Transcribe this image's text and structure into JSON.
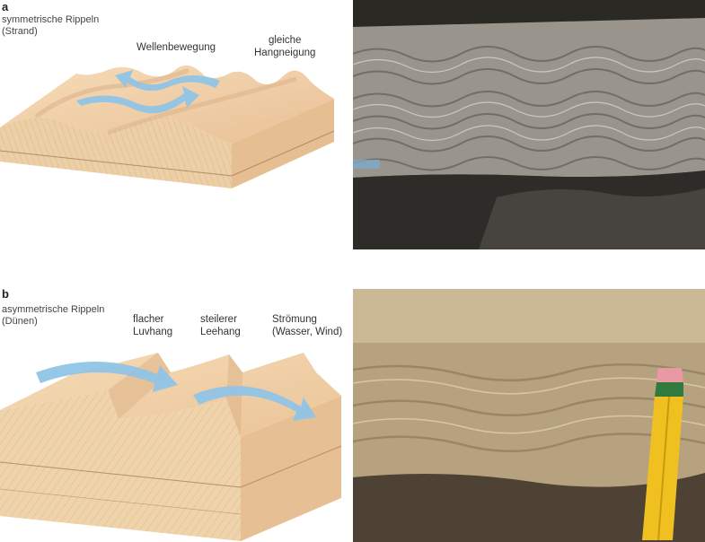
{
  "panel_a": {
    "letter": "a",
    "caption": "symmetrische Rippeln\n(Strand)",
    "label_wave": "Wellenbewegung",
    "label_slope": "gleiche\nHangneigung"
  },
  "panel_b": {
    "letter": "b",
    "caption": "asymmetrische Rippeln\n(Dünen)",
    "label_luv": "flacher\nLuvhang",
    "label_lee": "steilerer\nLeehang",
    "label_flow": "Strömung\n(Wasser, Wind)"
  },
  "colors": {
    "sand_top": "#f2d3ad",
    "sand_side": "#e9c79c",
    "sand_shadow": "#d9ae82",
    "arrow": "#8fc4e6",
    "rock_gray": "#9a958c",
    "rock_dark": "#4a4740",
    "sandstone": "#c9b58e",
    "pencil": "#f0c020"
  }
}
